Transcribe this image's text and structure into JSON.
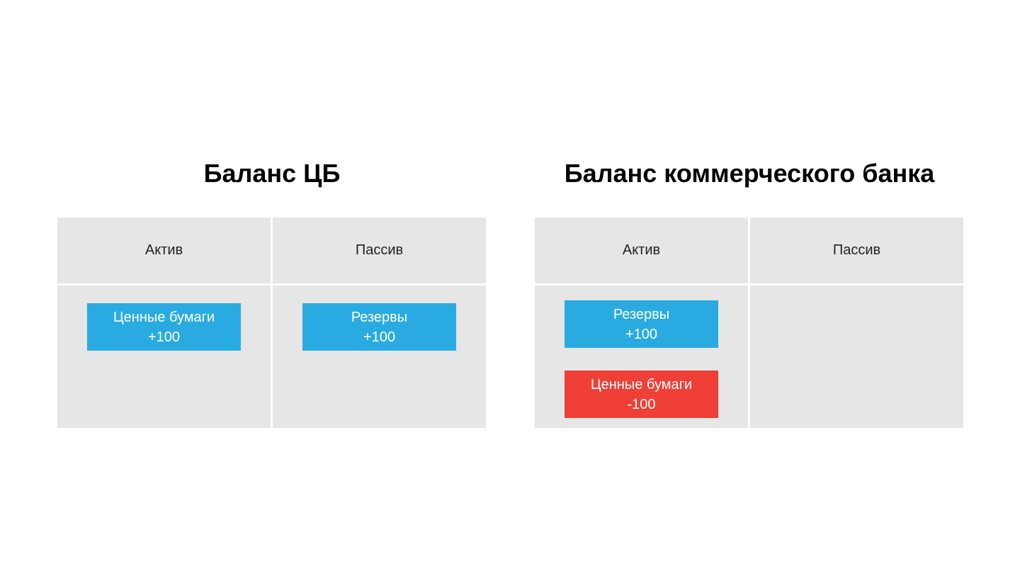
{
  "colors": {
    "increase": "#29abe2",
    "decrease": "#ef3f36",
    "cell_background": "#e6e6e6"
  },
  "cb_balance": {
    "title": "Баланс ЦБ",
    "asset_header": "Актив",
    "liability_header": "Пассив",
    "asset_entries": [
      {
        "label": "Ценные бумаги",
        "amount": "+100",
        "color": "#29abe2"
      }
    ],
    "liability_entries": [
      {
        "label": "Резервы",
        "amount": "+100",
        "color": "#29abe2"
      }
    ]
  },
  "commercial_balance": {
    "title": "Баланс коммерческого банка",
    "asset_header": "Актив",
    "liability_header": "Пассив",
    "asset_entries": [
      {
        "label": "Резервы",
        "amount": "+100",
        "color": "#29abe2"
      },
      {
        "label": "Ценные бумаги",
        "amount": "-100",
        "color": "#ef3f36"
      }
    ],
    "liability_entries": []
  }
}
